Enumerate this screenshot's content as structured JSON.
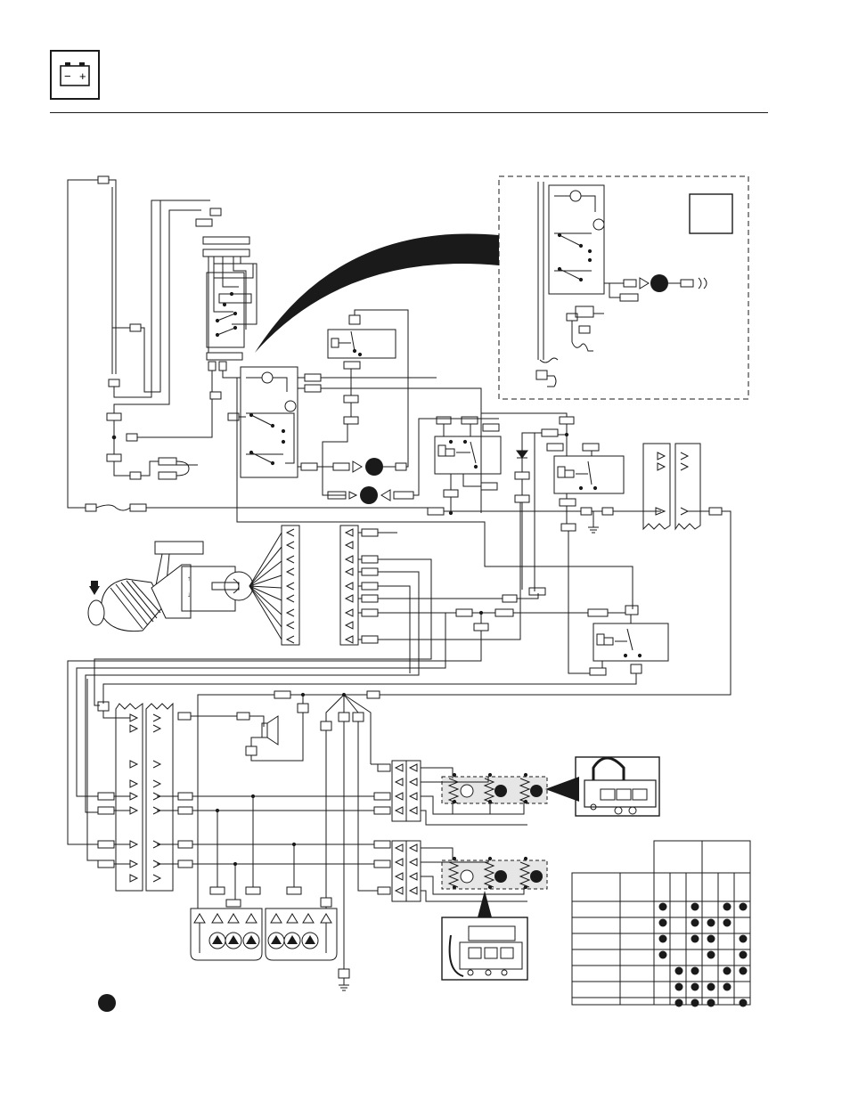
{
  "header": {
    "icon": "battery-icon",
    "battery_minus": "−",
    "battery_plus": "+"
  },
  "colors": {
    "ink": "#1a1a1a",
    "panel_fill": "#e6e6e6",
    "paper": "#ffffff"
  },
  "solenoid_table": {
    "columns": 6,
    "rows": [
      [
        1,
        0,
        1,
        0,
        1,
        1
      ],
      [
        1,
        0,
        1,
        1,
        1,
        0
      ],
      [
        1,
        0,
        1,
        1,
        0,
        1
      ],
      [
        1,
        0,
        0,
        1,
        0,
        1
      ],
      [
        0,
        1,
        1,
        0,
        1,
        1
      ],
      [
        0,
        1,
        1,
        1,
        1,
        0
      ],
      [
        0,
        1,
        1,
        1,
        0,
        1
      ]
    ]
  }
}
